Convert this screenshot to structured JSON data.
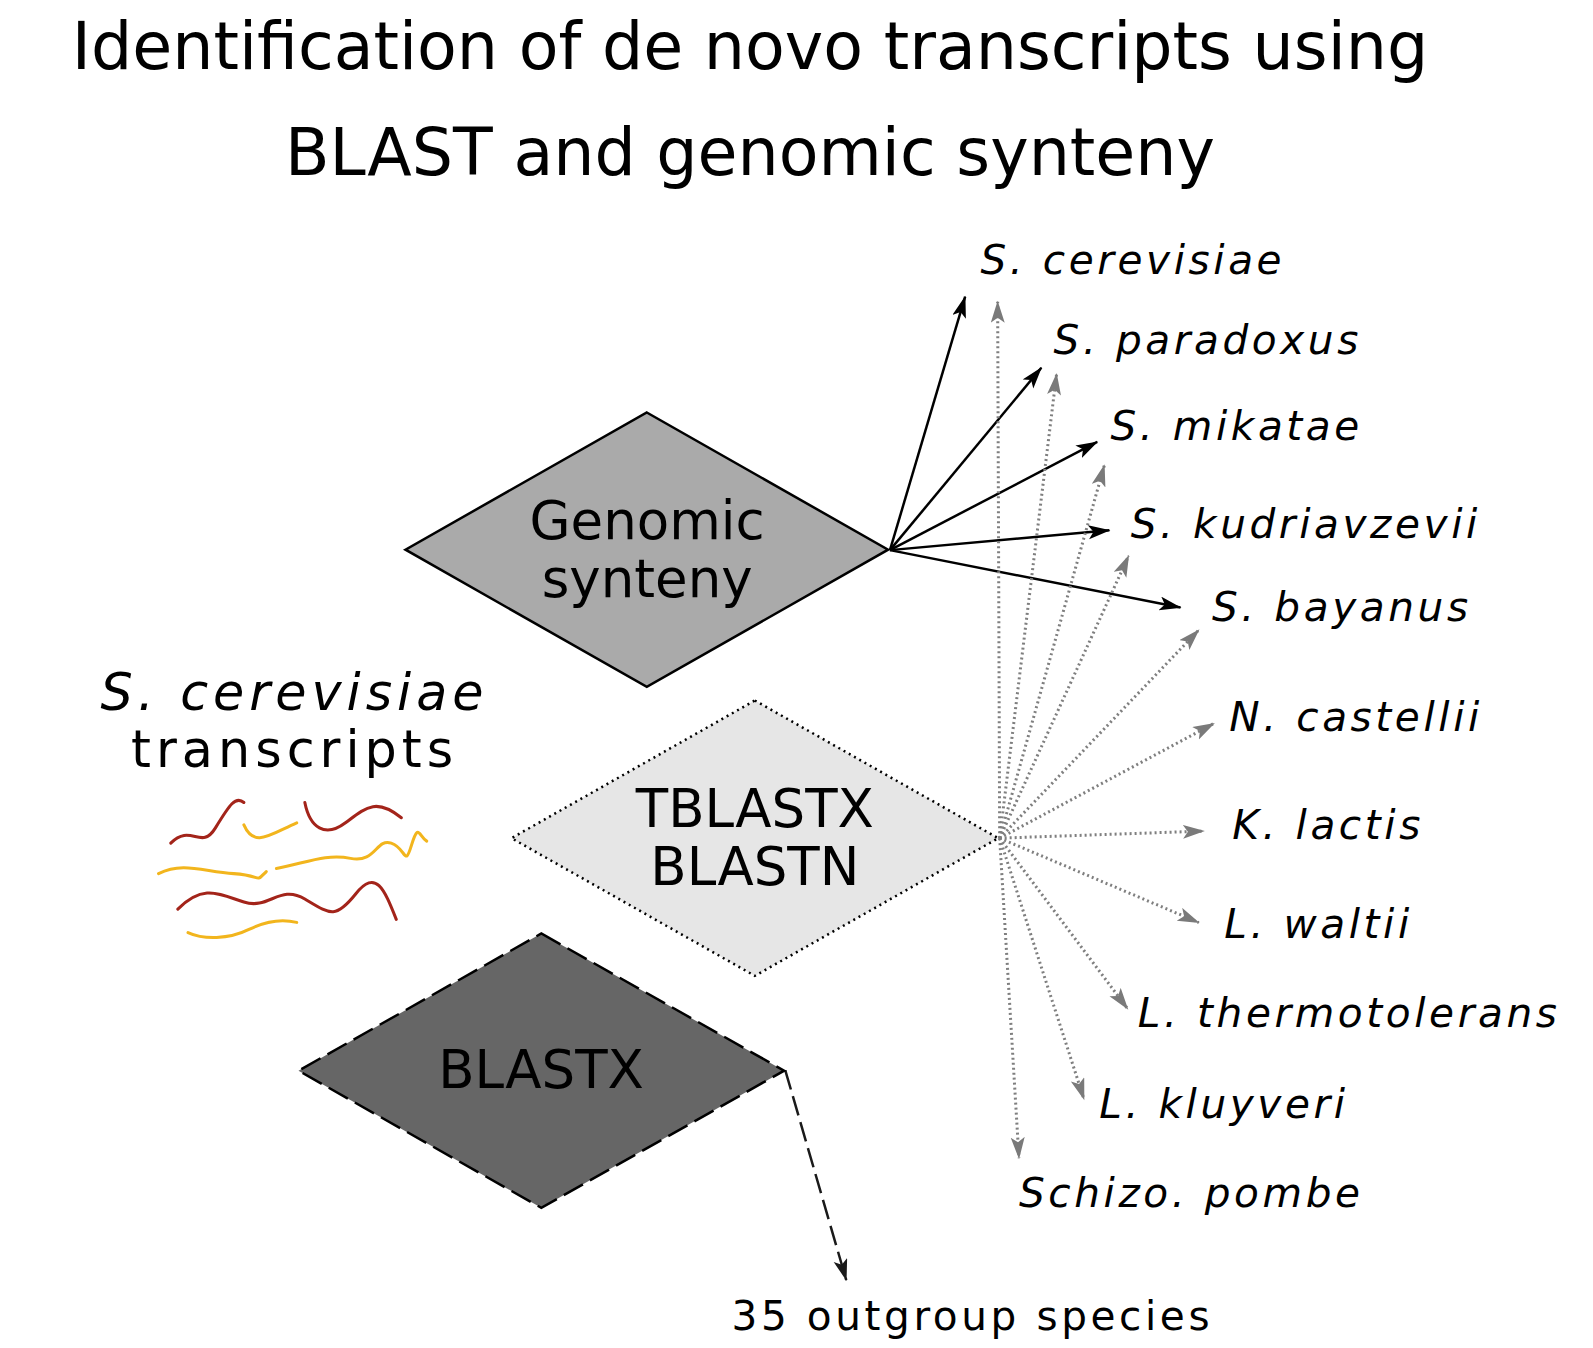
{
  "diagram": {
    "title": "Identification of de novo transcripts using BLAST and genomic synteny",
    "nodes": [
      {
        "text": [
          "Genomic synteny"
        ]
      },
      {
        "text": [
          "TBLASTX BLASTN"
        ]
      },
      {
        "text": [
          "BLASTX"
        ]
      },
      {
        "text": [
          "S. cerevisiae"
        ]
      },
      {
        "text": [
          "S. paradoxus"
        ]
      },
      {
        "text": [
          "S. mikatae"
        ]
      },
      {
        "text": [
          "S. kudriavzevii"
        ]
      },
      {
        "text": [
          "S. bayanus"
        ]
      },
      {
        "text": [
          "N. castellii"
        ]
      },
      {
        "text": [
          "K. lactis"
        ]
      },
      {
        "text": [
          "L. waltii"
        ]
      },
      {
        "text": [
          "L. thermotolerans"
        ]
      },
      {
        "text": [
          "L. kluyveri"
        ]
      },
      {
        "text": [
          "Schizo. pombe"
        ]
      },
      {
        "text": [
          "35 outgroup species"
        ]
      }
    ],
    "edges": [
      {
        "from": 0,
        "to": 3,
        "arrow": "to"
      },
      {
        "from": 0,
        "to": 4,
        "arrow": "to"
      },
      {
        "from": 0,
        "to": 5,
        "arrow": "to"
      },
      {
        "from": 0,
        "to": 6,
        "arrow": "to"
      },
      {
        "from": 0,
        "to": 7,
        "arrow": "to"
      },
      {
        "from": 1,
        "to": 3,
        "arrow": "to"
      },
      {
        "from": 1,
        "to": 4,
        "arrow": "to"
      },
      {
        "from": 1,
        "to": 5,
        "arrow": "to"
      },
      {
        "from": 1,
        "to": 6,
        "arrow": "to"
      },
      {
        "from": 1,
        "to": 7,
        "arrow": "to"
      },
      {
        "from": 1,
        "to": 8,
        "arrow": "to"
      },
      {
        "from": 1,
        "to": 9,
        "arrow": "to"
      },
      {
        "from": 1,
        "to": 10,
        "arrow": "to"
      },
      {
        "from": 1,
        "to": 11,
        "arrow": "to"
      },
      {
        "from": 1,
        "to": 12,
        "arrow": "to"
      },
      {
        "from": 1,
        "to": 13,
        "arrow": "to"
      },
      {
        "from": 2,
        "to": 14,
        "arrow": "to"
      }
    ],
    "labels": [
      "S. cerevisiae",
      "transcripts"
    ]
  }
}
